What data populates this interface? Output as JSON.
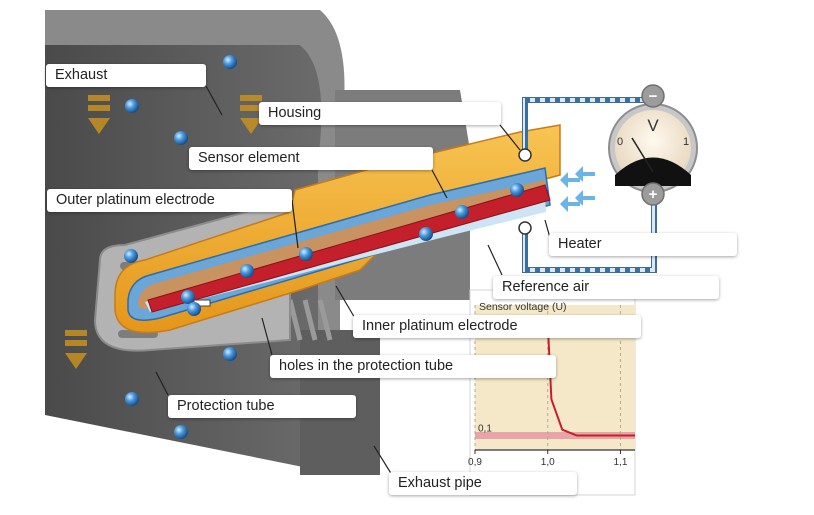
{
  "labels": {
    "exhaust": "Exhaust",
    "housing": "Housing",
    "sensor_element": "Sensor element",
    "outer_platinum_electrode": "Outer platinum electrode",
    "heater": "Heater",
    "reference_air": "Reference air",
    "inner_platinum_electrode": "Inner platinum electrode",
    "holes_in_protection_tube": "holes in the protection tube",
    "protection_tube": "Protection tube",
    "exhaust_pipe": "Exhaust pipe"
  },
  "voltmeter": {
    "unit": "V",
    "scale_min": "0",
    "scale_max": "1",
    "minus": "−",
    "plus": "+"
  },
  "chart_data": {
    "type": "line",
    "ylabel": "Sensor voltage (U)",
    "x_tick_labels": [
      "0,9",
      "1,0",
      "1,1"
    ],
    "y_tick_labels": [
      "0,1"
    ],
    "xlim": [
      0.9,
      1.12
    ],
    "ylim": [
      0,
      1
    ],
    "series": [
      {
        "x": [
          0.9,
          0.98,
          1.0,
          1.005,
          1.02,
          1.04,
          1.12
        ],
        "y": [
          0.9,
          0.9,
          0.88,
          0.35,
          0.14,
          0.1,
          0.1
        ]
      }
    ],
    "colors": {
      "curve": "#c4202c",
      "band": "#e8a4a8",
      "panel": "#f5e8c8"
    }
  },
  "colors": {
    "pipe_wall": "#5b5b5b",
    "housing": "#f2a81e",
    "sensor_blue": "#6aa6d8",
    "heater": "#c4202c",
    "gas_ball": "#3d8fd6"
  }
}
